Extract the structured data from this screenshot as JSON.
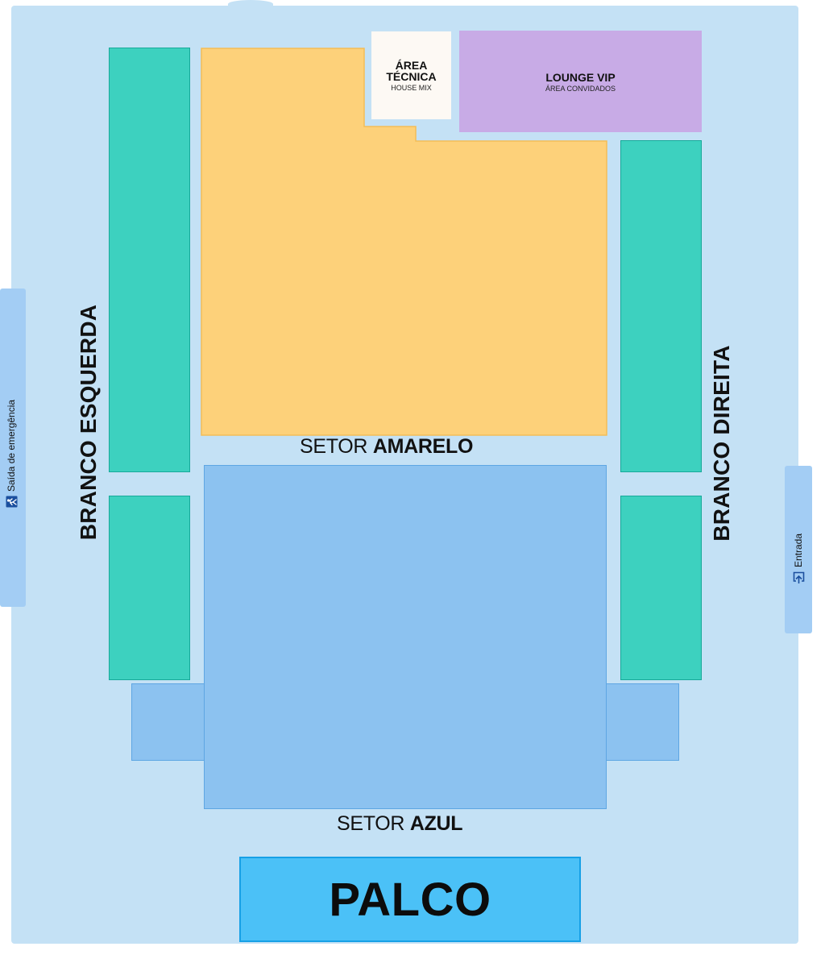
{
  "zones": {
    "area_tecnica": {
      "title": "ÁREA TÉCNICA",
      "subtitle": "HOUSE MIX"
    },
    "lounge_vip": {
      "title": "LOUNGE VIP",
      "subtitle": "ÁREA CONVIDADOS"
    }
  },
  "sectors": {
    "amarelo": {
      "prefix": "SETOR",
      "name": "AMARELO"
    },
    "azul": {
      "prefix": "SETOR",
      "name": "AZUL"
    },
    "branco_esquerda": "BRANCO ESQUERDA",
    "branco_direita": "BRANCO DIREITA"
  },
  "stage": {
    "label": "PALCO"
  },
  "exits": {
    "emergency": {
      "label": "Saída de emergência",
      "icon": "emergency-exit-icon"
    },
    "entrance": {
      "label": "Entrada",
      "icon": "entrance-icon"
    }
  },
  "colors": {
    "venue_floor": "#c4e1f5",
    "setor_amarelo": "#fdd17a",
    "setor_azul": "#8cc2f0",
    "setor_branco": "#3dd1bf",
    "lounge_vip": "#c8abe6",
    "area_tecnica": "#fdf9f4",
    "palco": "#4bc1f7"
  }
}
